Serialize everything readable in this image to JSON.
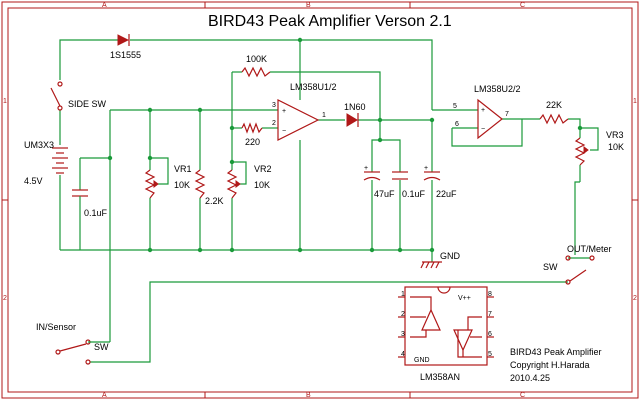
{
  "title": "BIRD43 Peak Amplifier Verson 2.1",
  "grid": {
    "cols": [
      "A",
      "B",
      "C"
    ],
    "rows": [
      "1",
      "2"
    ]
  },
  "components": {
    "d1": "1S1555",
    "sw_side": "SIDE SW",
    "battery_name": "UM3X3",
    "battery_voltage": "4.5V",
    "c1": "0.1uF",
    "vr1_name": "VR1",
    "vr1_value": "10K",
    "r_22k": "2.2K",
    "vr2_name": "VR2",
    "vr2_value": "10K",
    "r_100k": "100K",
    "r_220": "220",
    "opamp1": "LM358U1/2",
    "pin3": "3",
    "pin2": "2",
    "pin1": "1",
    "d2": "1N60",
    "c2": "47uF",
    "c3": "0.1uF",
    "c4": "22uF",
    "gnd": "GND",
    "opamp2": "LM358U2/2",
    "pin5": "5",
    "pin6": "6",
    "pin7": "7",
    "r_22k_out": "22K",
    "vr3_name": "VR3",
    "vr3_value": "10K",
    "out_label": "OUT/Meter",
    "sw_out": "SW",
    "in_label": "IN/Sensor",
    "sw_in": "SW"
  },
  "ic": {
    "name": "LM358AN",
    "vpp": "V++",
    "gnd": "GND",
    "pins": [
      "1",
      "2",
      "3",
      "4",
      "5",
      "6",
      "7",
      "8"
    ]
  },
  "credit": {
    "line1": "BIRD43 Peak Amplifier",
    "line2": "Copyright H.Harada",
    "line3": "2010.4.25"
  }
}
